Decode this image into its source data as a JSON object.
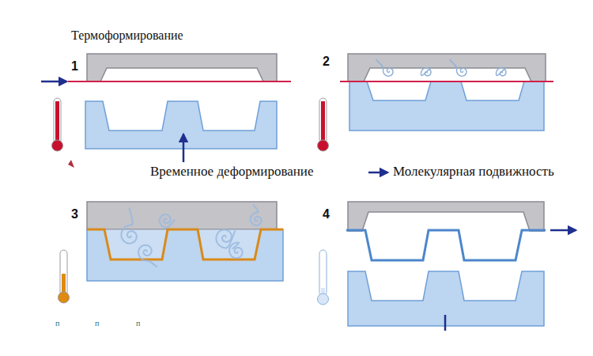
{
  "diagram": {
    "title": "Термоформирование",
    "labels": [
      "1",
      "2",
      "3",
      "4",
      "Временное деформирование",
      "п",
      "п",
      "п"
    ],
    "legend": [
      {
        "text": "Молекулярная подвижность"
      }
    ]
  }
}
